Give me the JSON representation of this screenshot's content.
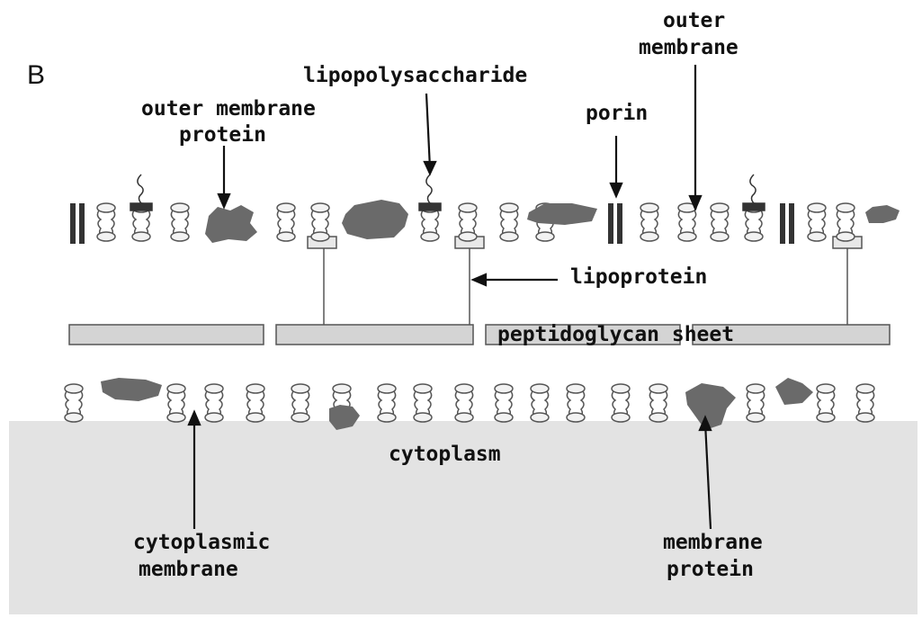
{
  "figure": {
    "panel_letter": "B",
    "labels": {
      "outer_membrane_protein": [
        "outer membrane",
        "protein"
      ],
      "lipopolysaccharide": "lipopolysaccharide",
      "porin": "porin",
      "outer_membrane": [
        "outer",
        "membrane"
      ],
      "lipoprotein": "lipoprotein",
      "peptidoglycan": "peptidoglycan sheet",
      "cytoplasm": "cytoplasm",
      "cytoplasmic_membrane": [
        "cytoplasmic",
        "membrane"
      ],
      "membrane_protein": [
        "membrane",
        "protein"
      ]
    },
    "colors": {
      "cytoplasm_fill": "#e3e3e3",
      "protein_fill": "#6a6a6a",
      "peptidoglycan_fill": "#d4d4d4",
      "lipid_outline": "#555555",
      "ink": "#111111"
    }
  }
}
